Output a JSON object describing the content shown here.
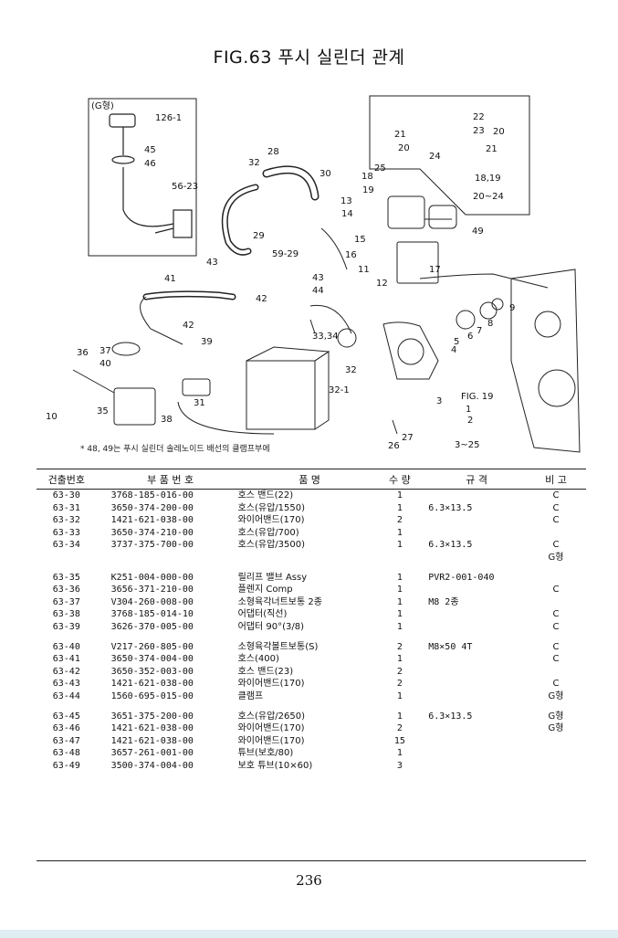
{
  "title": "FIG.63 푸시 실린더 관계",
  "diagram": {
    "callouts": [
      "(G형)",
      "126-1",
      "45",
      "46",
      "56-23",
      "28",
      "32",
      "30",
      "25",
      "18",
      "19",
      "13",
      "14",
      "22",
      "23",
      "20",
      "21",
      "21",
      "20",
      "24",
      "18,19",
      "20~24",
      "49",
      "15",
      "16",
      "11",
      "29",
      "59-29",
      "17",
      "12",
      "41",
      "43",
      "42",
      "43",
      "44",
      "42",
      "39",
      "33,34",
      "32",
      "36",
      "37",
      "40",
      "35",
      "38",
      "31",
      "32-1",
      "FIG. 19",
      "1",
      "2",
      "3~25",
      "26",
      "27",
      "3",
      "4",
      "5",
      "6",
      "7",
      "8",
      "9",
      "10"
    ],
    "note": "* 48, 49는 푸시 실린더 솔레노이드 배선의 클램프부에"
  },
  "table": {
    "headers": [
      "건출번호",
      "부 품 번 호",
      "품 명",
      "수 량",
      "규 격",
      "비 고"
    ],
    "groups": [
      [
        [
          "63-30",
          "3768-185-016-00",
          "호스 밴드(22)",
          "1",
          "",
          "C"
        ],
        [
          "63-31",
          "3650-374-200-00",
          "호스(유압/1550)",
          "1",
          "6.3×13.5",
          "C"
        ],
        [
          "63-32",
          "1421-621-038-00",
          "와이어밴드(170)",
          "2",
          "",
          "C"
        ],
        [
          "63-33",
          "3650-374-210-00",
          "호스(유압/700)",
          "1",
          "",
          ""
        ],
        [
          "63-34",
          "3737-375-700-00",
          "호스(유압/3500)",
          "1",
          "6.3×13.5",
          "C"
        ],
        [
          "",
          "",
          "",
          "",
          "",
          "G형"
        ]
      ],
      [
        [
          "63-35",
          "K251-004-000-00",
          "릴리프 밸브 Assy",
          "1",
          "PVR2-001-040",
          ""
        ],
        [
          "63-36",
          "3656-371-210-00",
          "플렌지 Comp",
          "1",
          "",
          "C"
        ],
        [
          "63-37",
          "V304-260-008-00",
          "소형육각너트보통 2종",
          "1",
          "M8 2종",
          ""
        ],
        [
          "63-38",
          "3768-185-014-10",
          "어댑터(직선)",
          "1",
          "",
          "C"
        ],
        [
          "63-39",
          "3626-370-005-00",
          "어댑터 90°(3/8)",
          "1",
          "",
          "C"
        ]
      ],
      [
        [
          "63-40",
          "V217-260-805-00",
          "소형육각볼트보통(S)",
          "2",
          "M8×50 4T",
          "C"
        ],
        [
          "63-41",
          "3650-374-004-00",
          "호스(400)",
          "1",
          "",
          "C"
        ],
        [
          "63-42",
          "3650-352-003-00",
          "호스 밴드(23)",
          "2",
          "",
          ""
        ],
        [
          "63-43",
          "1421-621-038-00",
          "와이어밴드(170)",
          "2",
          "",
          "C"
        ],
        [
          "63-44",
          "1560-695-015-00",
          "클램프",
          "1",
          "",
          "G형"
        ]
      ],
      [
        [
          "63-45",
          "3651-375-200-00",
          "호스(유압/2650)",
          "1",
          "6.3×13.5",
          "G형"
        ],
        [
          "63-46",
          "1421-621-038-00",
          "와이어밴드(170)",
          "2",
          "",
          "G형"
        ],
        [
          "63-47",
          "1421-621-038-00",
          "와이어밴드(170)",
          "15",
          "",
          ""
        ],
        [
          "63-48",
          "3657-261-001-00",
          "튜브(보호/80)",
          "1",
          "",
          ""
        ],
        [
          "63-49",
          "3500-374-004-00",
          "보호 튜브(10×60)",
          "3",
          "",
          ""
        ]
      ]
    ]
  },
  "page_number": "236"
}
